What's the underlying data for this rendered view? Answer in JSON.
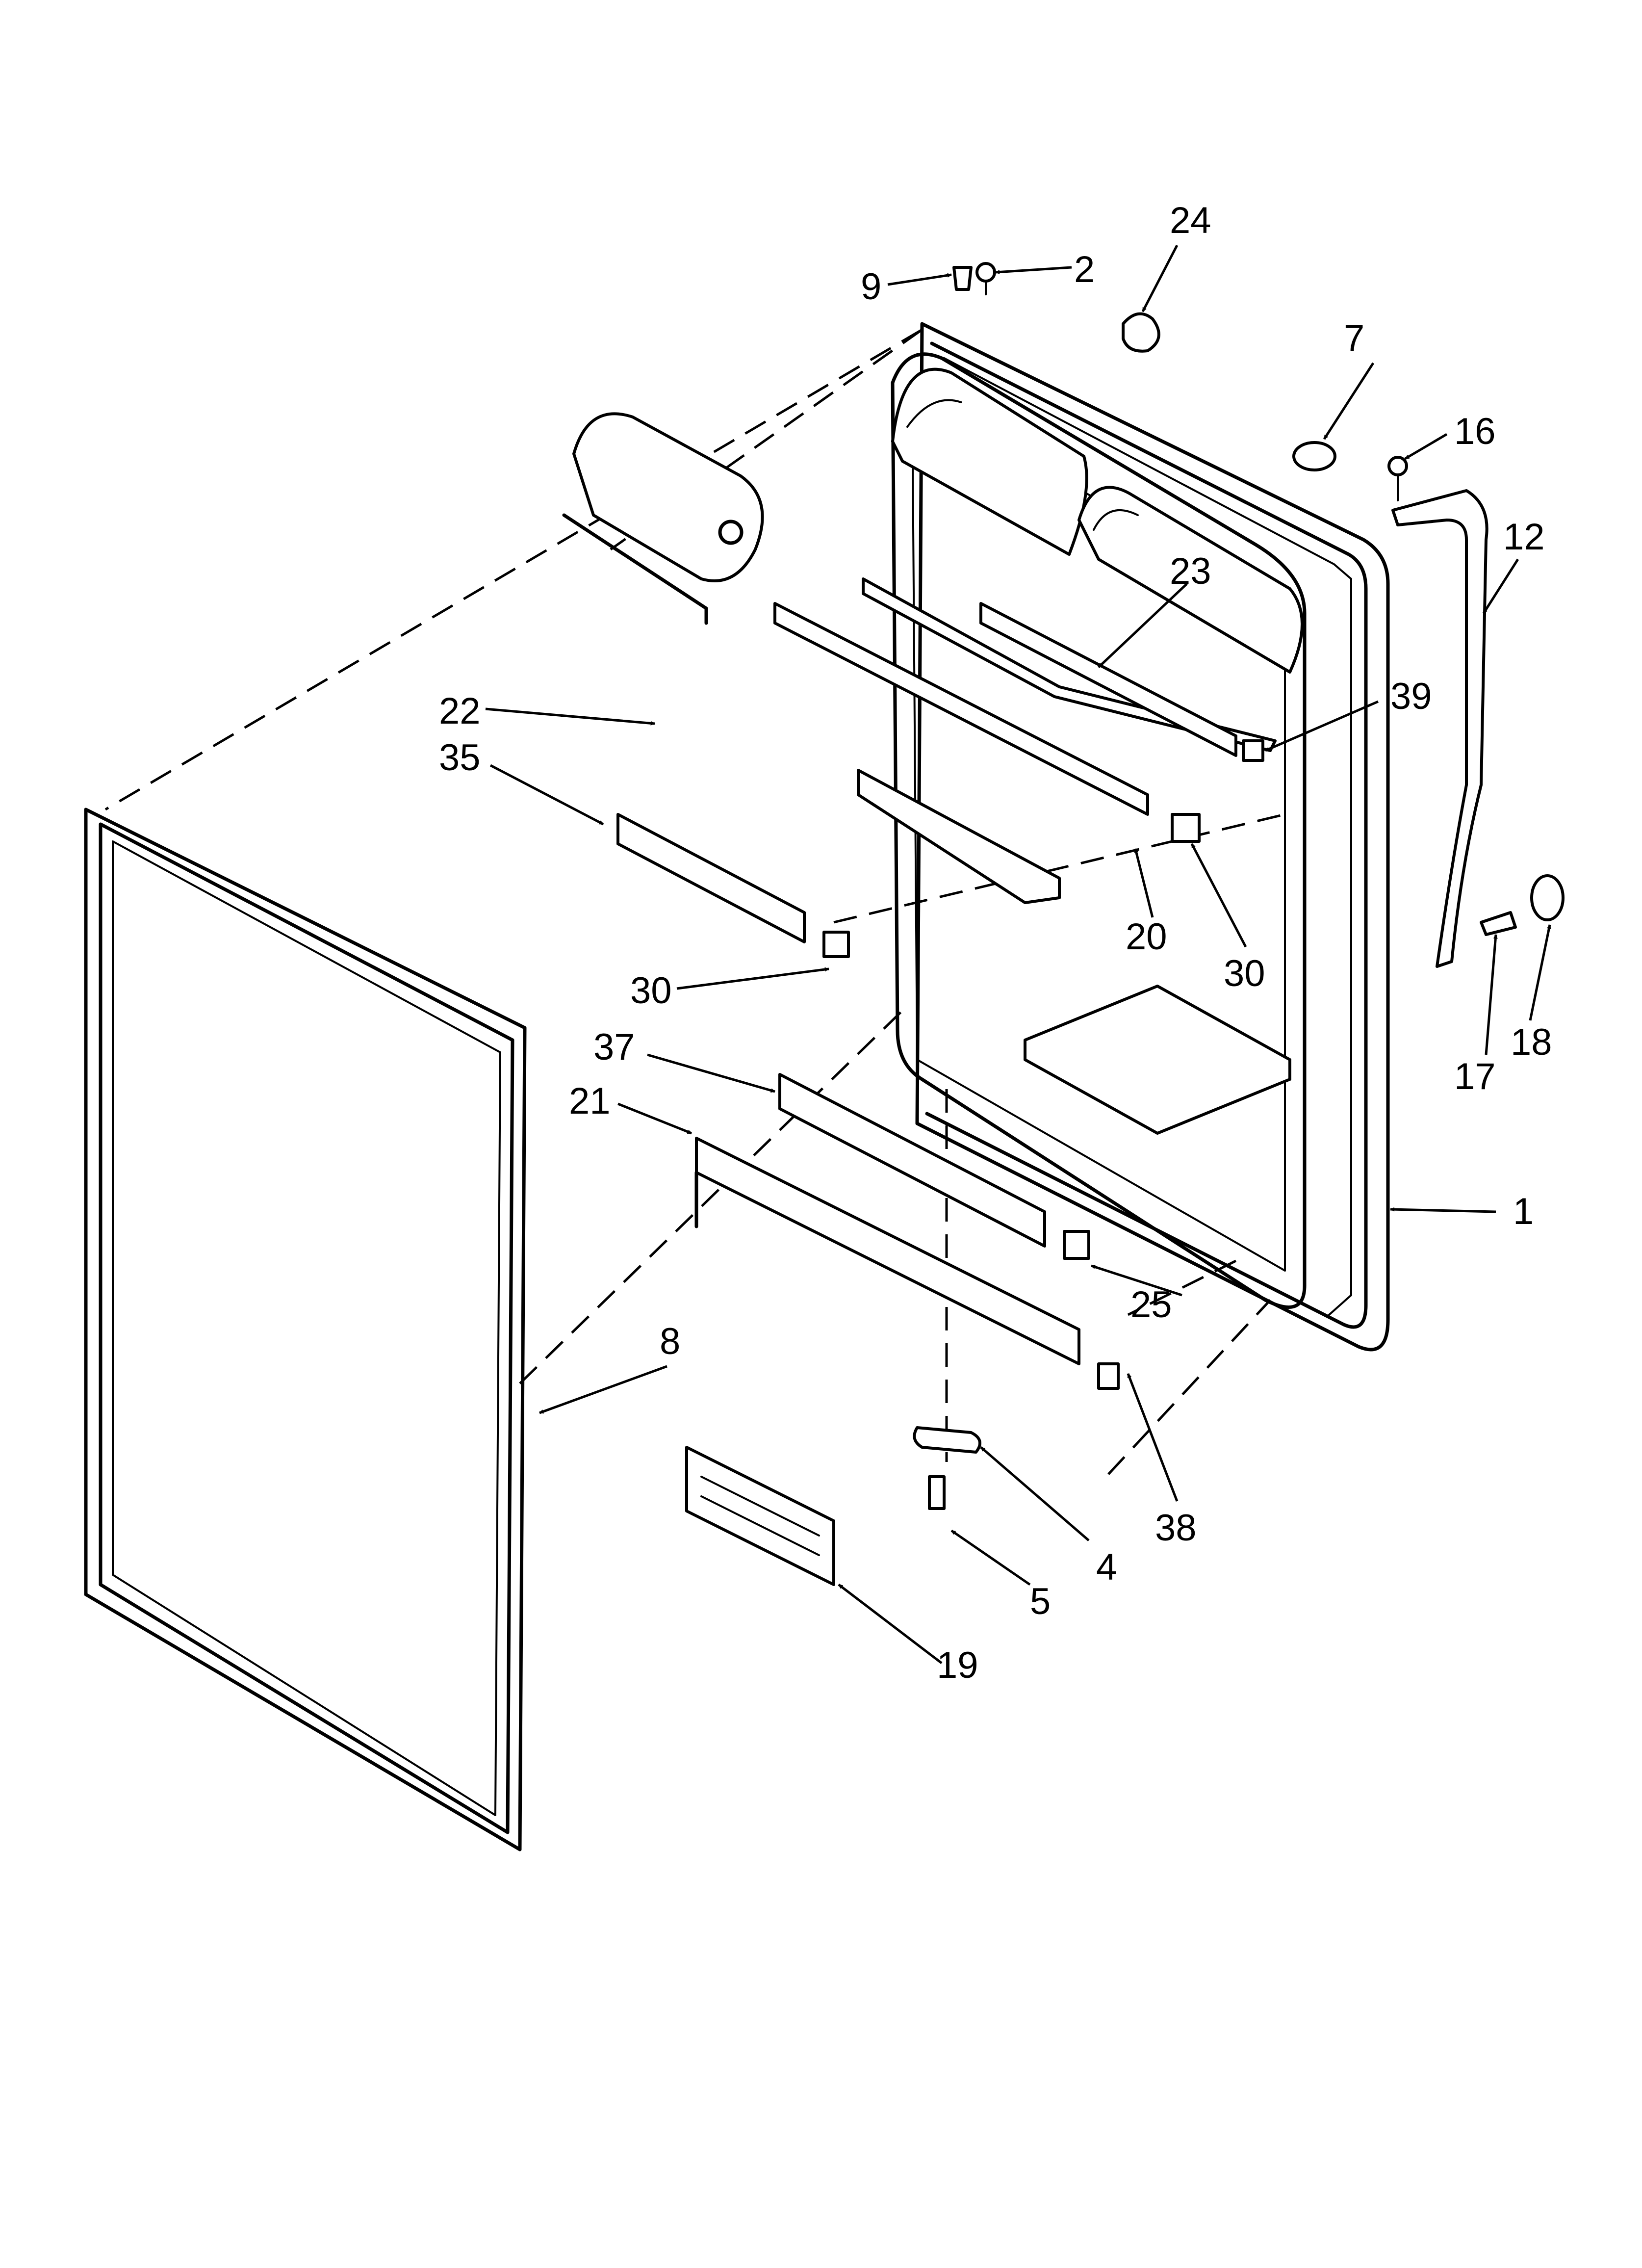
{
  "callouts": [
    "1",
    "2",
    "4",
    "5",
    "7",
    "8",
    "9",
    "12",
    "16",
    "17",
    "18",
    "19",
    "20",
    "21",
    "22",
    "23",
    "24",
    "25",
    "30",
    "30",
    "35",
    "37",
    "38",
    "39"
  ]
}
